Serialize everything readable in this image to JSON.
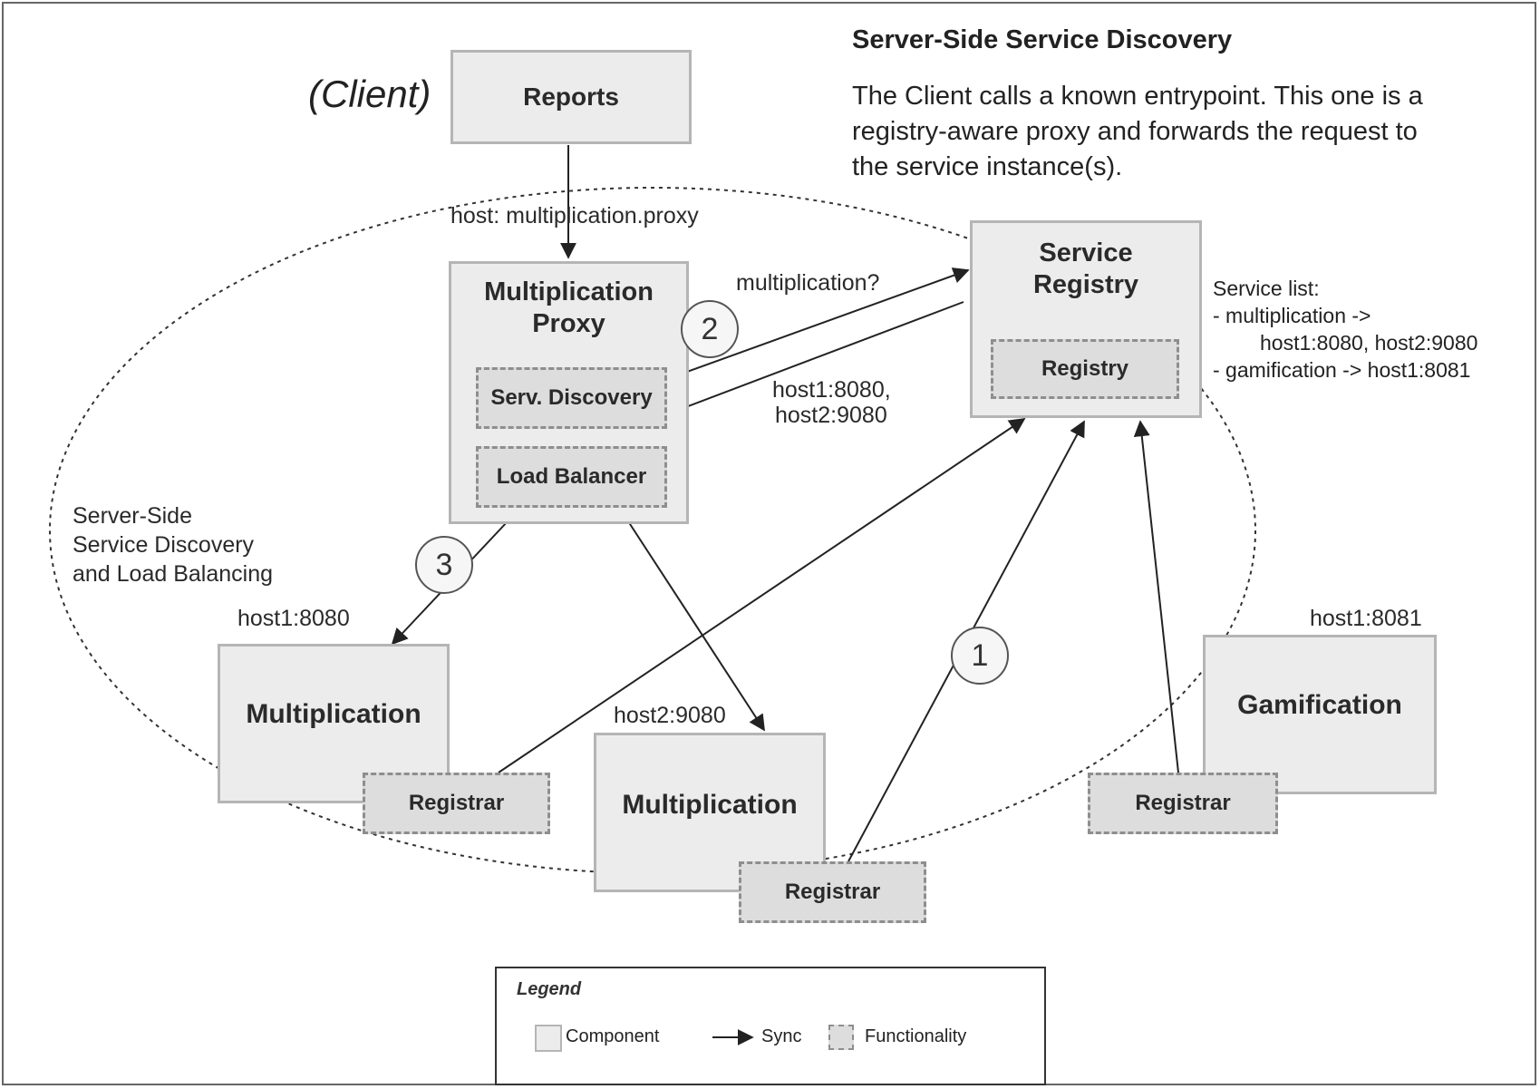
{
  "title": "Server-Side Service Discovery",
  "description": [
    "The Client calls a known entrypoint. This one is a",
    "registry-aware proxy and forwards the request to",
    "the service instance(s)."
  ],
  "client_label": "(Client)",
  "components": {
    "reports": "Reports",
    "proxy_line1": "Multiplication",
    "proxy_line2": "Proxy",
    "registry_line1": "Service",
    "registry_line2": "Registry",
    "multiplication_1": "Multiplication",
    "multiplication_2": "Multiplication",
    "gamification": "Gamification"
  },
  "functionalities": {
    "serv_discovery": "Serv. Discovery",
    "load_balancer": "Load Balancer",
    "registry": "Registry",
    "registrar_1": "Registrar",
    "registrar_2": "Registrar",
    "registrar_3": "Registrar"
  },
  "labels": {
    "host_proxy": "host: multiplication.proxy",
    "query": "multiplication?",
    "response_line1": "host1:8080,",
    "response_line2": "host2:9080",
    "host1_8080": "host1:8080",
    "host2_9080": "host2:9080",
    "host1_8081": "host1:8081",
    "zone_line1": "Server-Side",
    "zone_line2": "Service Discovery",
    "zone_line3": "and Load Balancing"
  },
  "service_list": [
    "Service list:",
    "- multiplication ->",
    "host1:8080, host2:9080",
    "- gamification -> host1:8081"
  ],
  "steps": [
    "1",
    "2",
    "3"
  ],
  "legend": {
    "title": "Legend",
    "component": "Component",
    "sync": "Sync",
    "functionality": "Functionality"
  }
}
